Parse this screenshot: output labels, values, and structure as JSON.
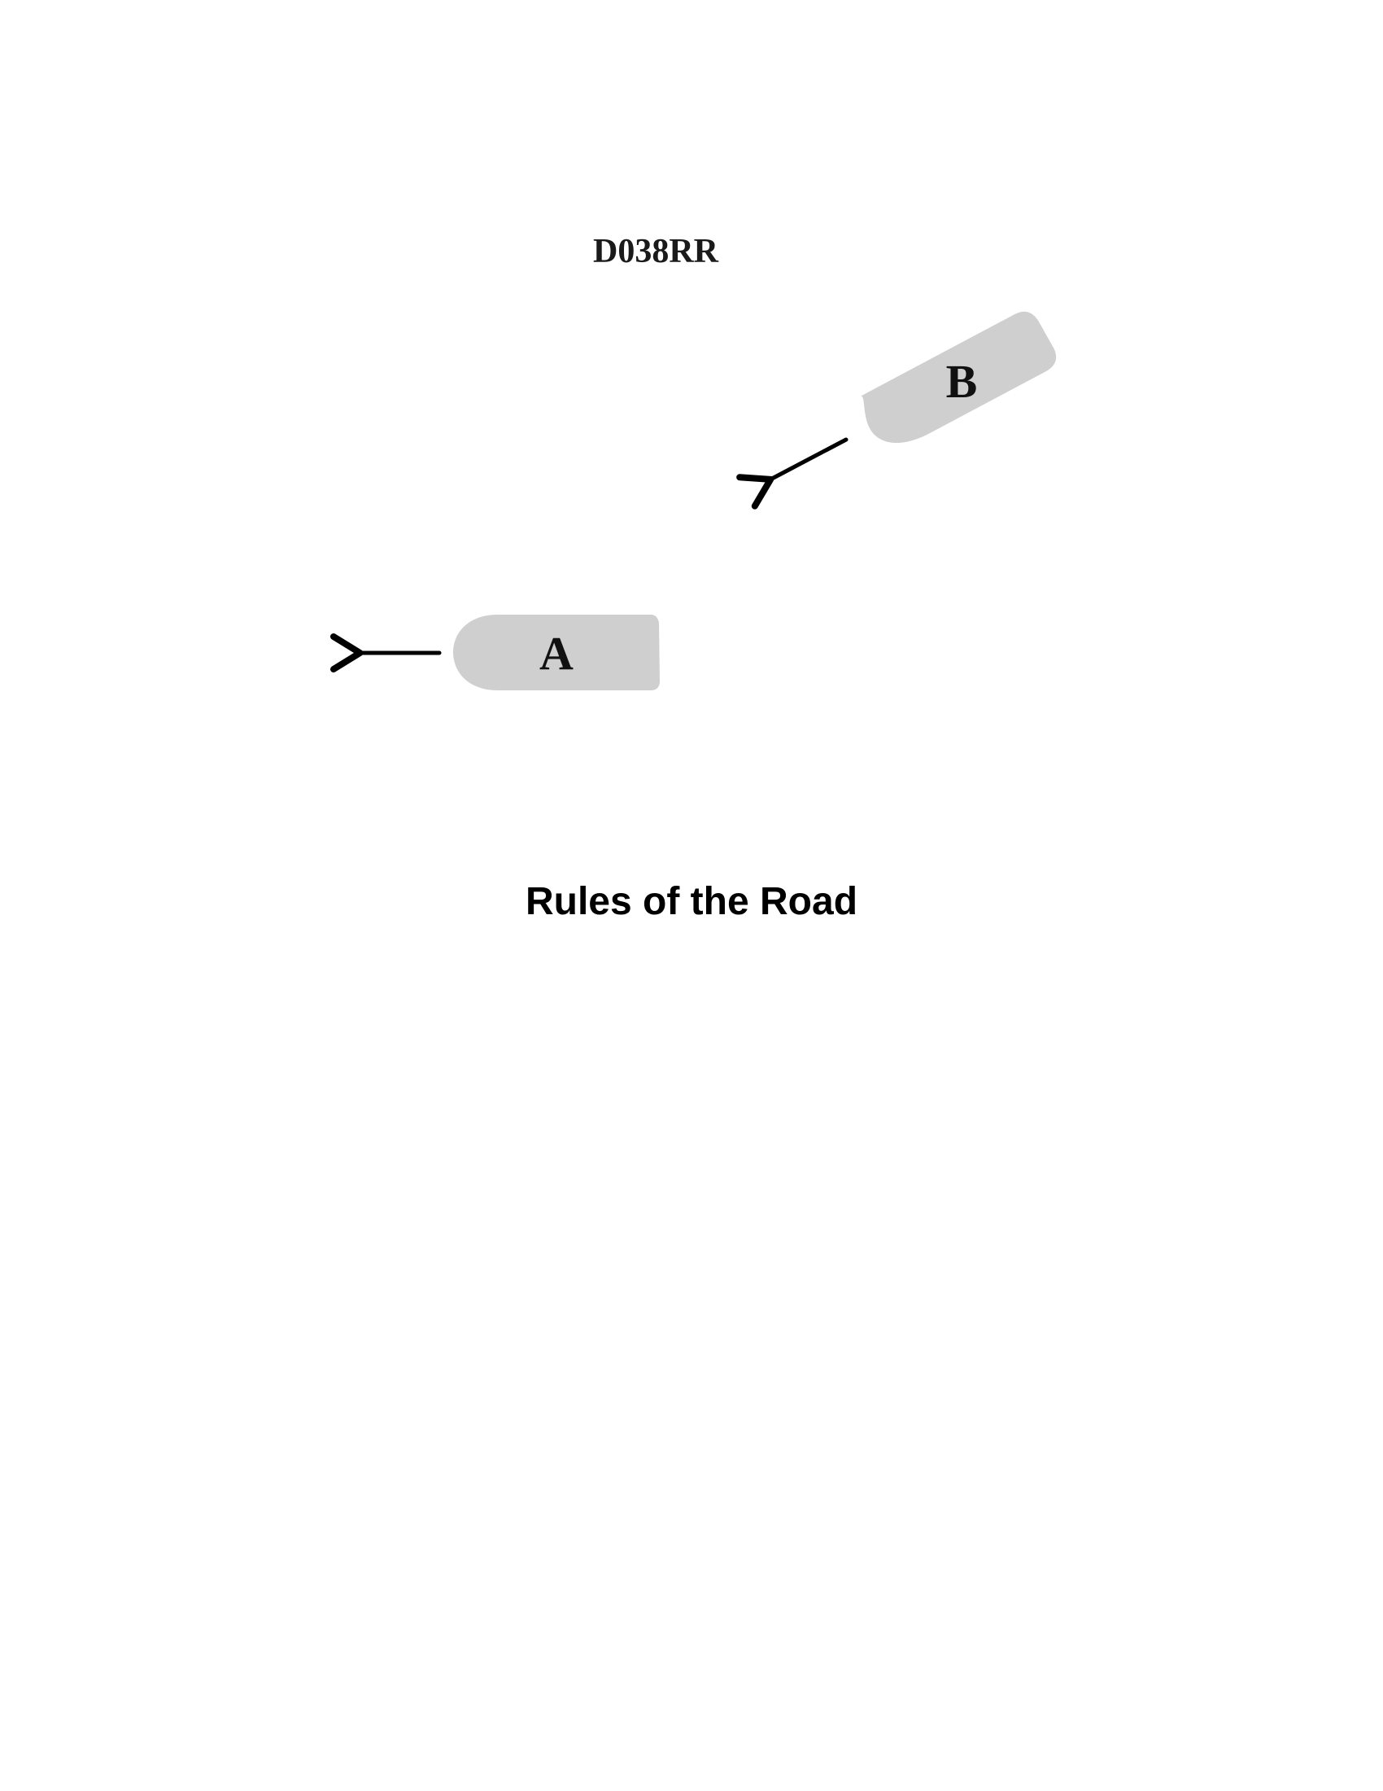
{
  "diagram": {
    "code": "D038RR",
    "vessels": [
      {
        "id": "A",
        "label": "A",
        "heading": "west"
      },
      {
        "id": "B",
        "label": "B",
        "heading": "south-west"
      }
    ],
    "hull_color": "#cfcfcf",
    "arrow_color": "#000000"
  },
  "caption": "Rules of the Road"
}
